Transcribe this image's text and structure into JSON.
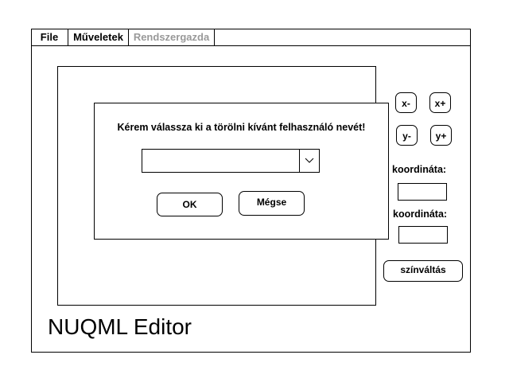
{
  "menu": {
    "file": "File",
    "operations": "Műveletek",
    "admin": "Rendszergazda"
  },
  "dialog": {
    "prompt": "Kérem válassza ki a törölni kívánt felhasználó nevét!",
    "combo_value": "",
    "ok": "OK",
    "cancel": "Mégse"
  },
  "controls": {
    "x_minus": "x-",
    "x_plus": "x+",
    "y_minus": "y-",
    "y_plus": "y+",
    "coord_label_1": "koordináta:",
    "coord_value_1": "",
    "coord_label_2": "koordináta:",
    "coord_value_2": "",
    "color_switch": "színváltás"
  },
  "app_title": "NUQML Editor"
}
